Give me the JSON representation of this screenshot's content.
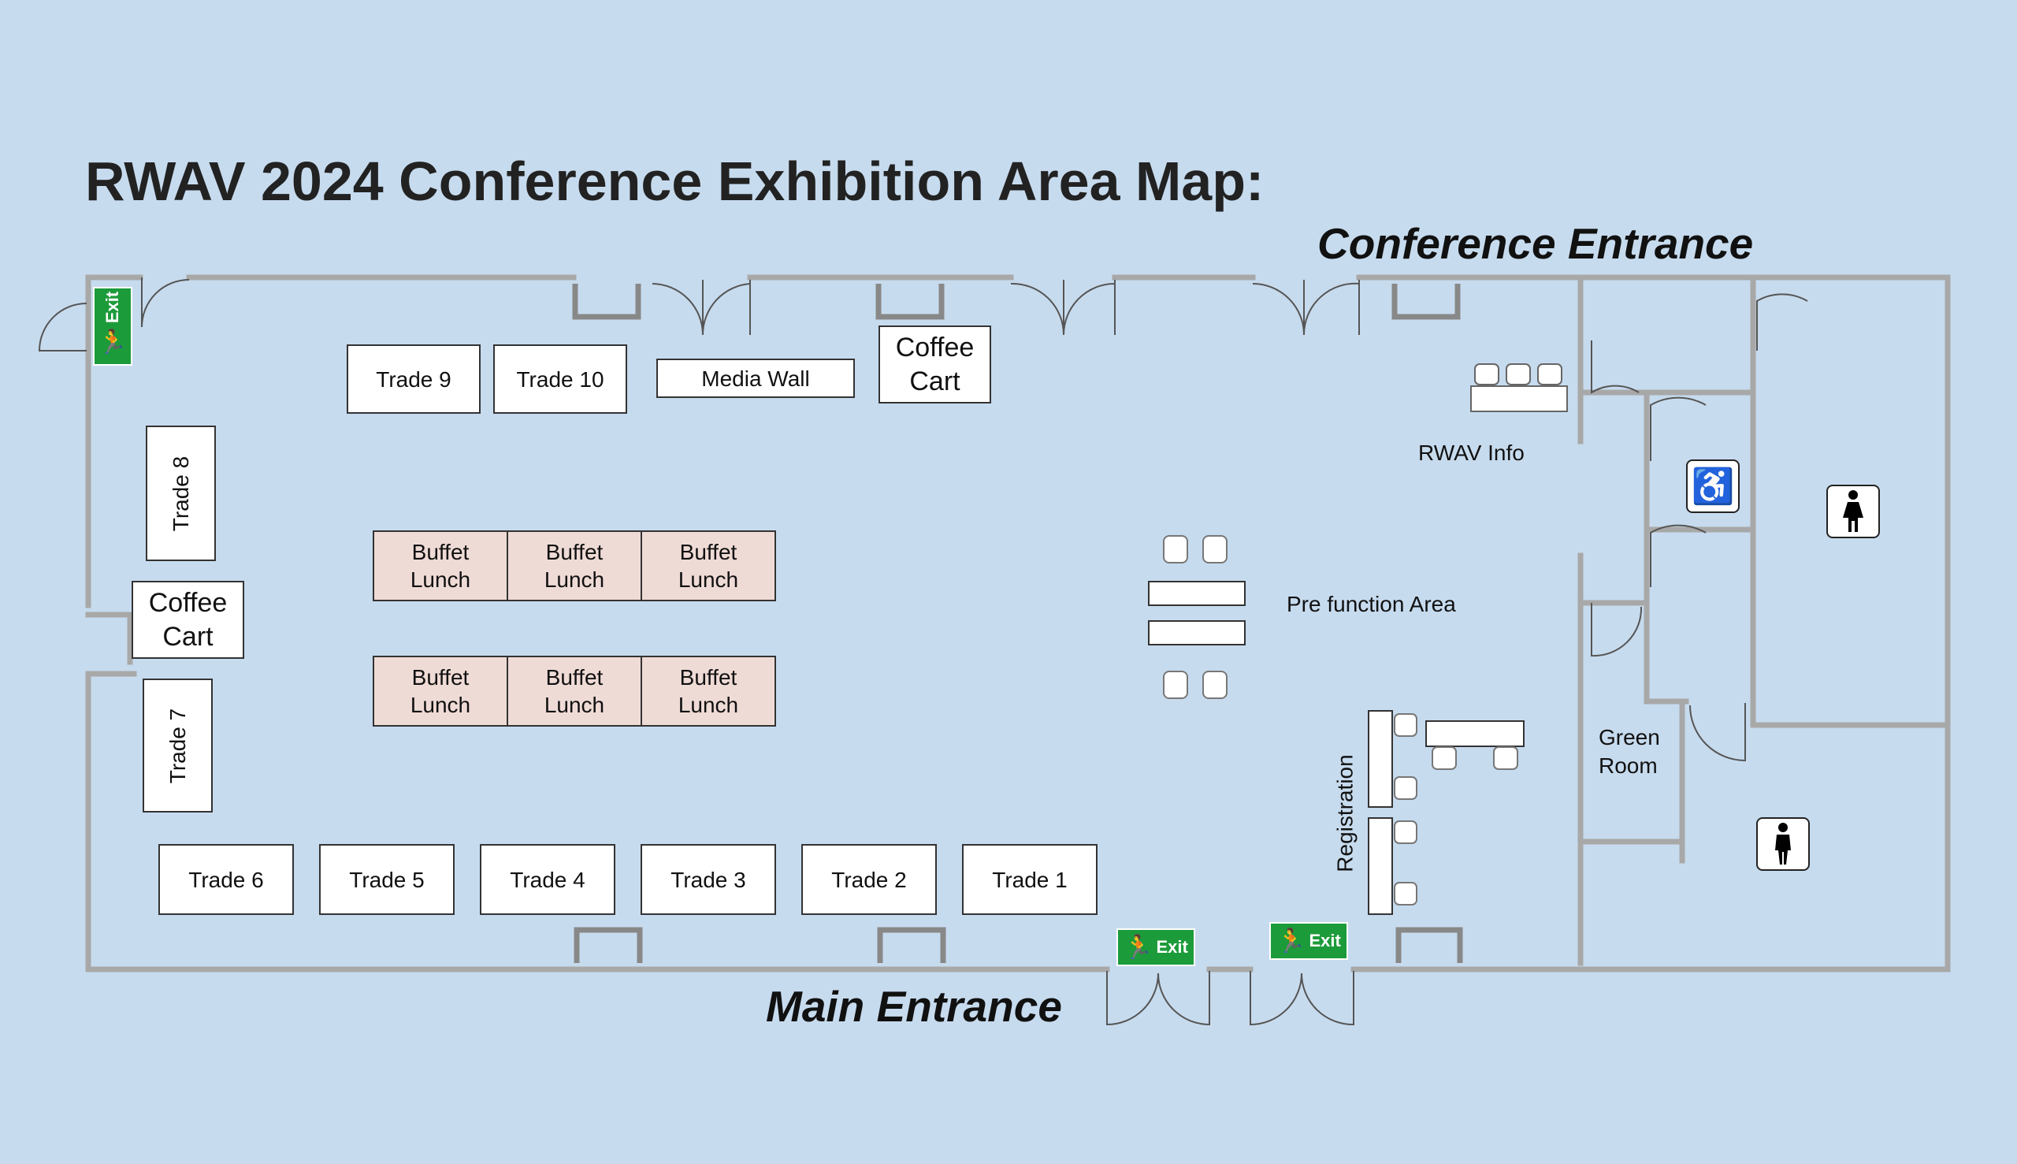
{
  "title": "RWAV 2024 Conference Exhibition Area Map:",
  "entrances": {
    "conference": "Conference Entrance",
    "main": "Main Entrance"
  },
  "booths": {
    "trade_1": "Trade 1",
    "trade_2": "Trade 2",
    "trade_3": "Trade 3",
    "trade_4": "Trade 4",
    "trade_5": "Trade 5",
    "trade_6": "Trade 6",
    "trade_7": "Trade 7",
    "trade_8": "Trade 8",
    "trade_9": "Trade 9",
    "trade_10": "Trade 10",
    "media_wall": "Media Wall"
  },
  "coffee_cart": "Coffee\nCart",
  "buffet_lunch": "Buffet\nLunch",
  "areas": {
    "rwav_info": "RWAV Info",
    "pre_function": "Pre function Area",
    "registration": "Registration",
    "green_room": "Green\nRoom"
  },
  "exit_label": "Exit",
  "icons": {
    "exit": "running-man-exit-icon",
    "accessible": "wheelchair-accessible-toilet-icon",
    "female": "female-toilet-icon",
    "male": "male-toilet-icon"
  },
  "colors": {
    "background": "#c7dbee",
    "buffet": "#efdbd6",
    "exit_sign": "#1c9b3a",
    "wall": "#a8a8a8"
  }
}
